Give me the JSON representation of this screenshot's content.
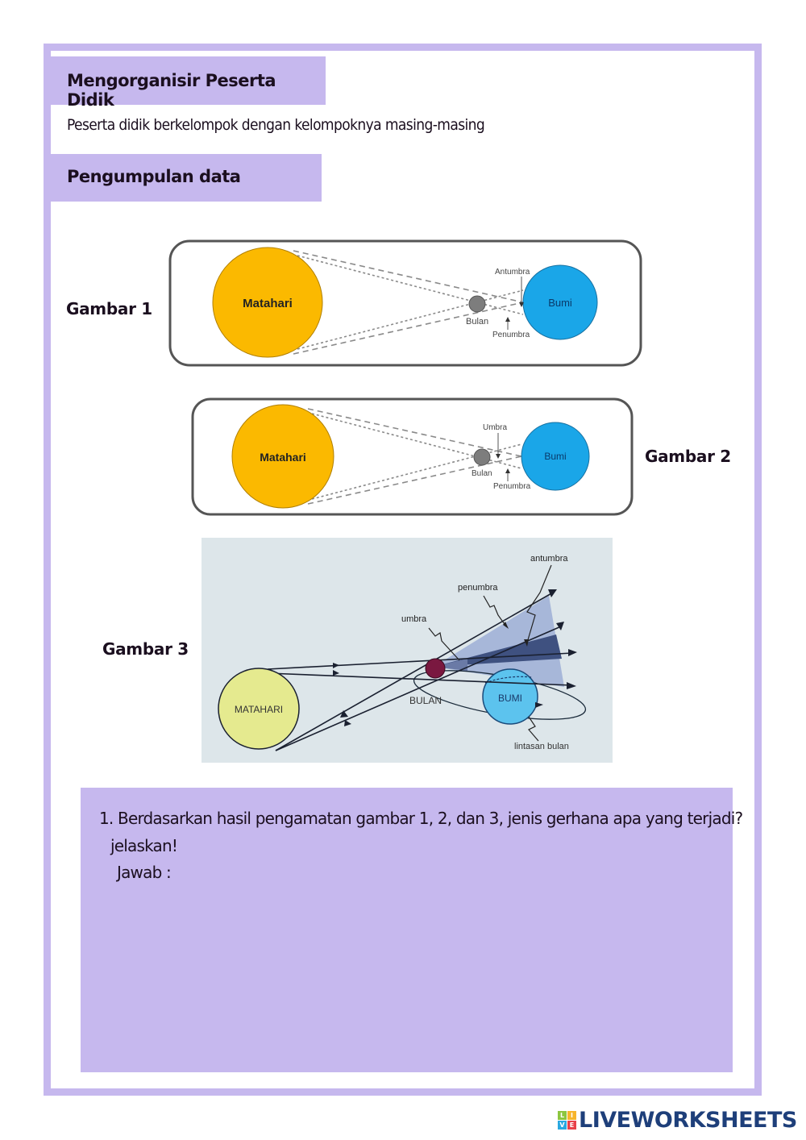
{
  "worksheet": {
    "section1": {
      "heading": "Mengorganisir Peserta Didik",
      "text": "Peserta didik berkelompok dengan kelompoknya masing-masing"
    },
    "section2": {
      "heading": "Pengumpulan data"
    },
    "figures": [
      {
        "label": "Gambar 1",
        "sun": "Matahari",
        "earth": "Bumi",
        "moon": "Bulan",
        "top_label": "Antumbra",
        "bottom_label": "Penumbra"
      },
      {
        "label": "Gambar 2",
        "sun": "Matahari",
        "earth": "Bumi",
        "moon": "Bulan",
        "top_label": "Umbra",
        "bottom_label": "Penumbra"
      },
      {
        "label": "Gambar 3",
        "sun": "MATAHARI",
        "earth": "BUMI",
        "moon": "BULAN",
        "umbra": "umbra",
        "penumbra": "penumbra",
        "antumbra": "antumbra",
        "orbit": "lintasan bulan"
      }
    ],
    "question": {
      "line1": "1. Berdasarkan hasil pengamatan gambar 1, 2, dan 3, jenis gerhana apa yang terjadi?",
      "line2": "jelaskan!",
      "answer_label": "Jawab :",
      "answer_value": ""
    },
    "colors": {
      "accent": "#c6b8ee",
      "sun": "#fbb900",
      "earth": "#1aa6e8",
      "moon": "#7d7d7d"
    }
  },
  "branding": {
    "logo_blocks": [
      "L",
      "I",
      "V",
      "E"
    ],
    "logo_text": "LIVEWORKSHEETS"
  }
}
